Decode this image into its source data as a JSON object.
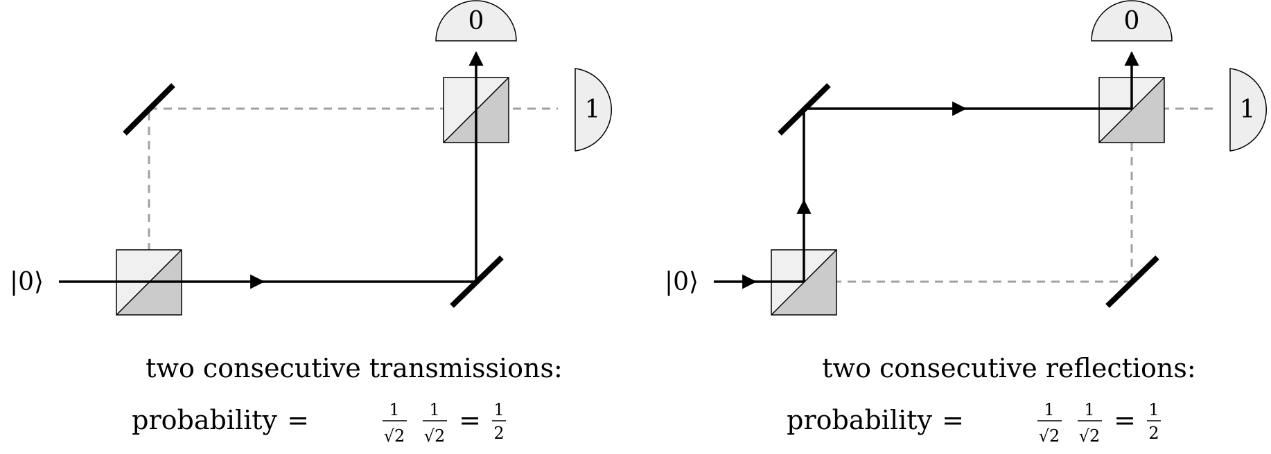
{
  "panels": [
    {
      "input_state": "|0⟩",
      "detector_top": "0",
      "detector_right": "1",
      "caption_line1": "two consecutive transmissions:",
      "caption_word": "probability",
      "equals": "=",
      "frac_num": "1",
      "frac_den": "√2",
      "result_num": "1",
      "result_den": "2"
    },
    {
      "input_state": "|0⟩",
      "detector_top": "0",
      "detector_right": "1",
      "caption_line1": "two consecutive reflections:",
      "caption_word": "probability",
      "equals": "=",
      "frac_num": "1",
      "frac_den": "√2",
      "result_num": "1",
      "result_den": "2"
    }
  ],
  "colors": {
    "beam_active": "#000000",
    "beam_inactive": "#a0a0a0",
    "splitter_light": "#f0f0f0",
    "splitter_dark": "#cbcbcb",
    "detector_fill": "#eeeeee"
  }
}
